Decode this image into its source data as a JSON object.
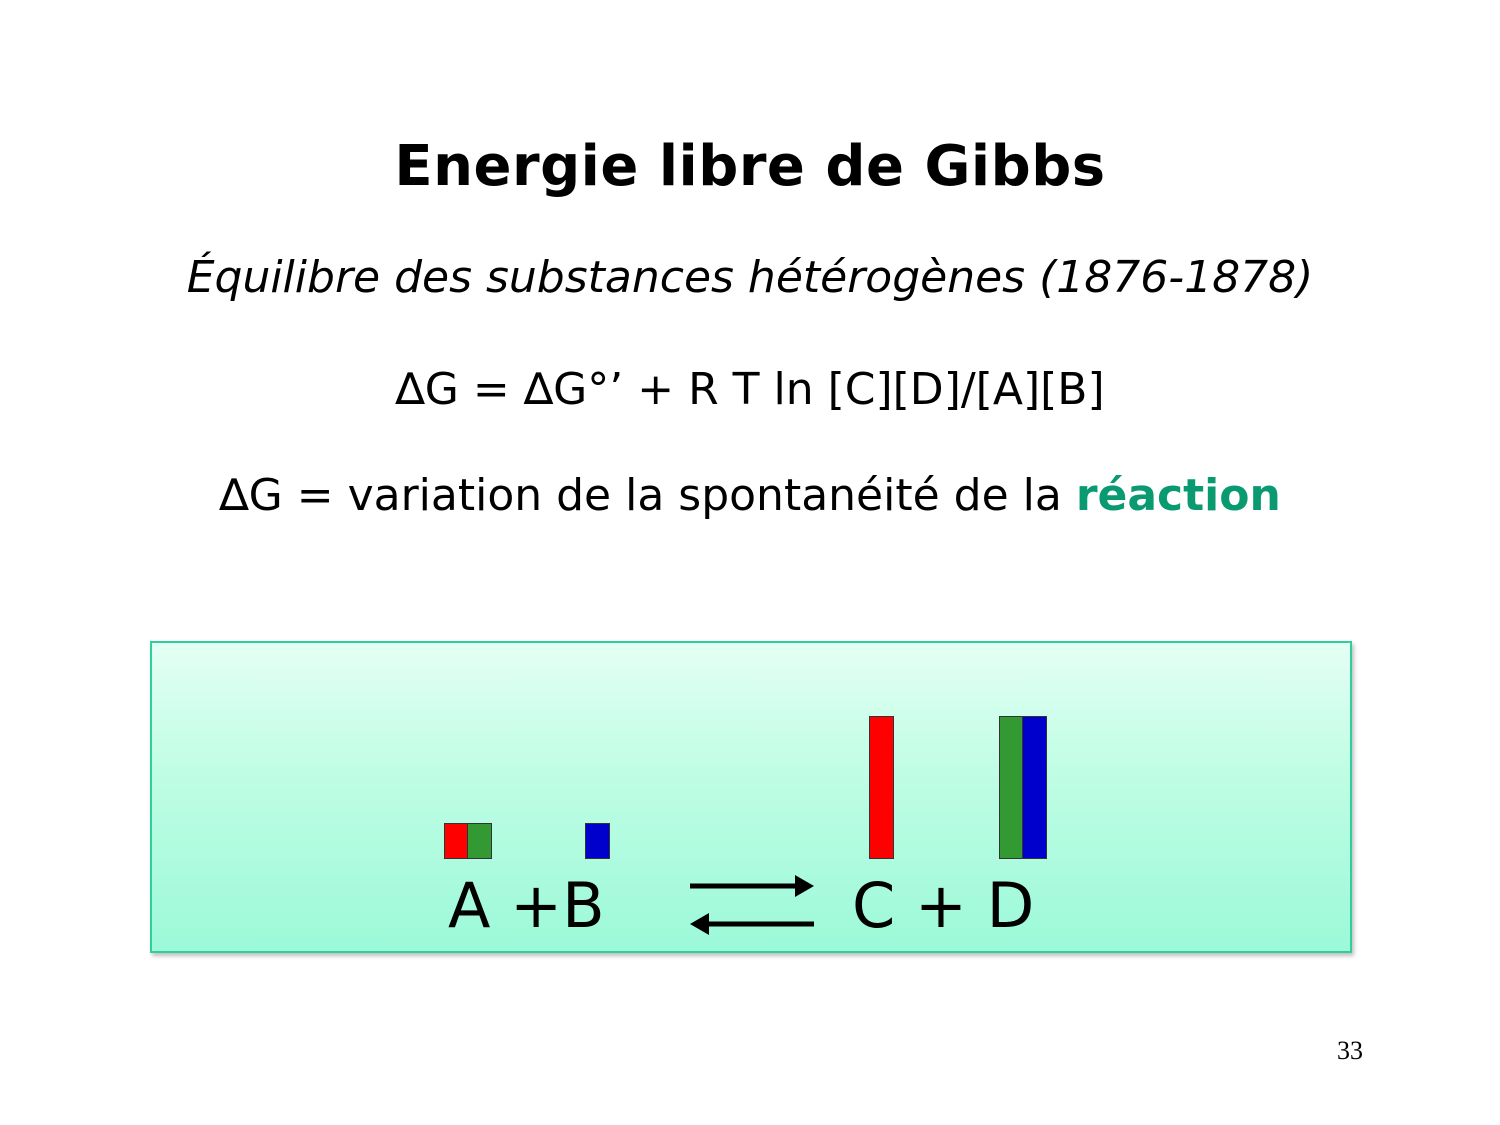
{
  "slide": {
    "title": "Energie libre de Gibbs",
    "subtitle": "Équilibre des substances hétérogènes (1876-1878)",
    "equation": "∆G = ∆G°’ + R T ln [C][D]/[A][B]",
    "definition": {
      "prefix": "∆G = variation de la spontanéité de la ",
      "highlight": "réaction"
    },
    "page_number": "33"
  },
  "diagram": {
    "reactants_label": "A +B",
    "products_label": "C + D",
    "arrow_icon": "equilibrium-arrows",
    "colors": {
      "red": "#ff0000",
      "green": "#339933",
      "blue": "#0000cc",
      "box_border": "#2ecf9c",
      "highlight": "#0a9a72"
    },
    "bars": [
      {
        "species": "A",
        "color": "red",
        "relative_height": 1
      },
      {
        "species": "A",
        "color": "green",
        "relative_height": 1
      },
      {
        "species": "B",
        "color": "blue",
        "relative_height": 1
      },
      {
        "species": "C",
        "color": "red",
        "relative_height": 4
      },
      {
        "species": "D",
        "color": "green",
        "relative_height": 4
      },
      {
        "species": "D",
        "color": "blue",
        "relative_height": 4
      }
    ]
  }
}
